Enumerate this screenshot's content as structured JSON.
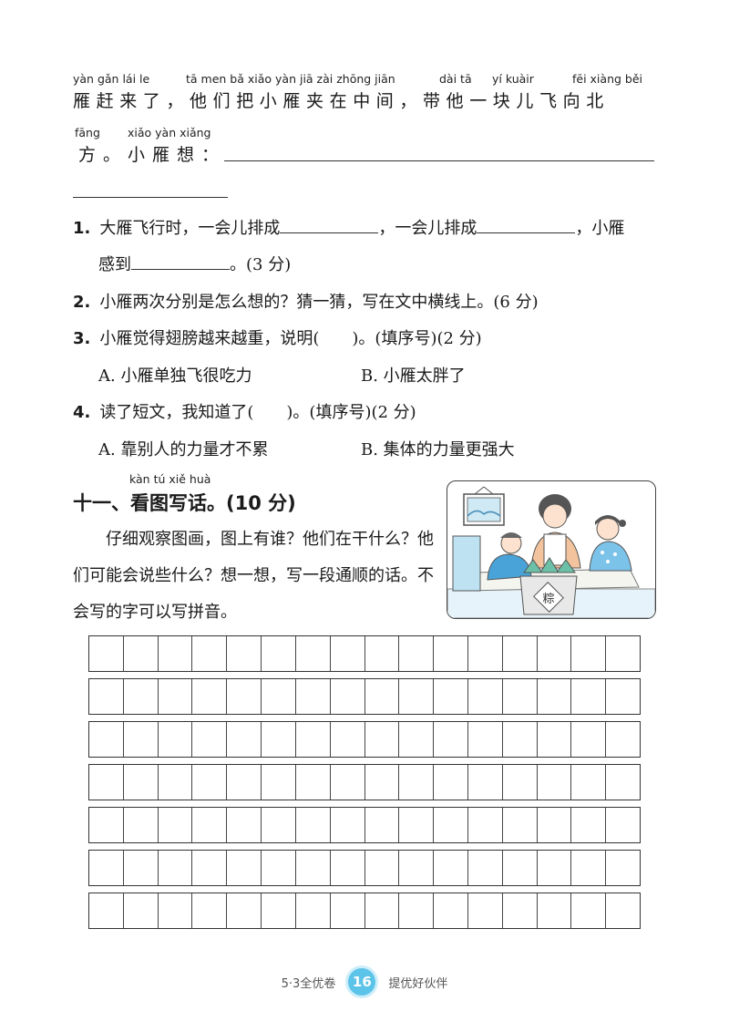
{
  "passage": {
    "pinyin_line1": [
      "yàn gǎn lái le",
      "tā men bǎ xiǎo yàn jiā zài zhōng jiān",
      "dài tā",
      "yí kuàir",
      "fēi xiàng běi"
    ],
    "hanzi_line1": "雁赶来了，他们把小雁夹在中间，带他一块儿飞向北",
    "pinyin_line2": [
      "fāng",
      "xiǎo yàn xiǎng"
    ],
    "hanzi_line2": "方。小雁想："
  },
  "questions": {
    "q1": {
      "num": "1.",
      "part1": "大雁飞行时，一会儿排成",
      "part2": "，一会儿排成",
      "part3": "，小雁",
      "part4": "感到",
      "part5": "。(3 分)"
    },
    "q2": {
      "num": "2.",
      "text": "小雁两次分别是怎么想的？猜一猜，写在文中横线上。(6 分)"
    },
    "q3": {
      "num": "3.",
      "text": "小雁觉得翅膀越来越重，说明(　　)。(填序号)(2 分)",
      "option_a": "A. 小雁单独飞很吃力",
      "option_b": "B. 小雁太胖了"
    },
    "q4": {
      "num": "4.",
      "text": "读了短文，我知道了(　　)。(填序号)(2 分)",
      "option_a": "A. 靠别人的力量才不累",
      "option_b": "B. 集体的力量更强大"
    }
  },
  "section11": {
    "pinyin": "kàn tú xiě huà",
    "title": "十一、看图写话。(10 分)",
    "instructions": "仔细观察图画，图上有谁？他们在干什么？他们可能会说些什么？想一想，写一段通顺的话。不会写的字可以写拼音。",
    "illustration_label": "粽"
  },
  "writing_grid": {
    "rows": 7,
    "cols": 16
  },
  "footer": {
    "left": "5·3全优卷",
    "page": "16",
    "right": "提优好伙伴"
  }
}
